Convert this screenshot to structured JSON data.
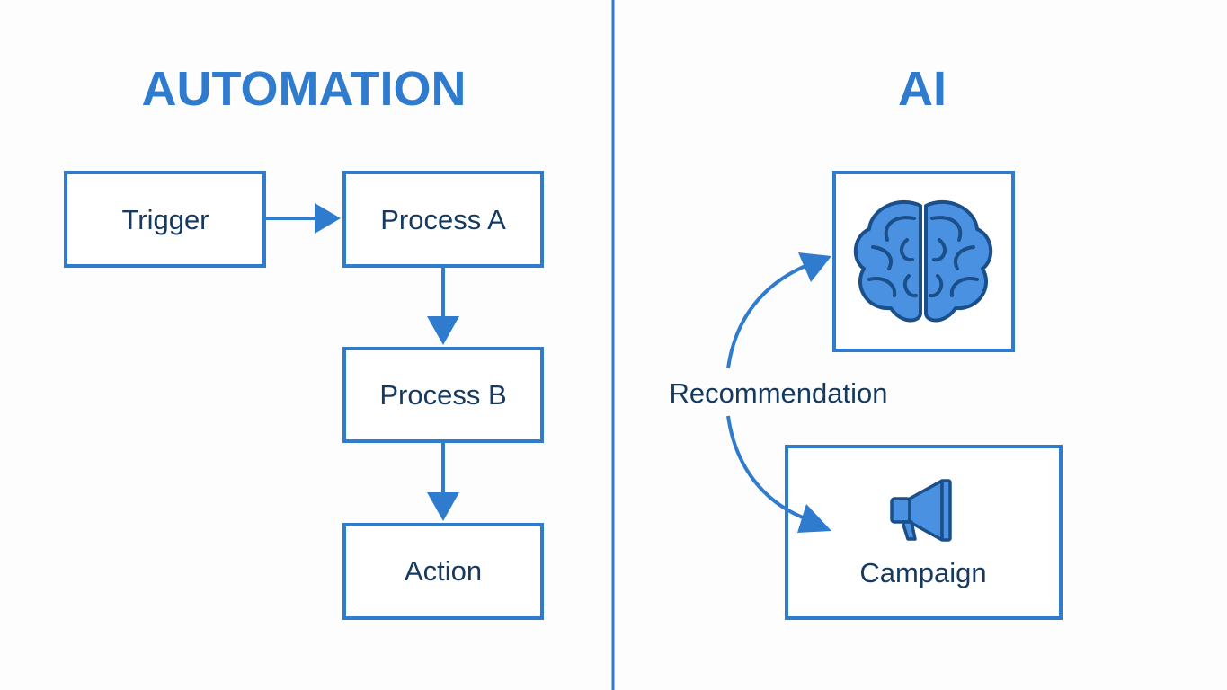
{
  "automation": {
    "title": "AUTOMATION",
    "nodes": {
      "trigger": "Trigger",
      "process_a": "Process A",
      "process_b": "Process B",
      "action": "Action"
    }
  },
  "ai": {
    "title": "AI",
    "brain_icon": "brain-icon",
    "edge_label": "Recommendation",
    "campaign": {
      "label": "Campaign",
      "icon": "megaphone-icon"
    }
  },
  "colors": {
    "accent": "#2f7ccf",
    "text": "#163a5f",
    "icon_fill": "#4b91e2",
    "icon_stroke": "#1b4f8a"
  }
}
